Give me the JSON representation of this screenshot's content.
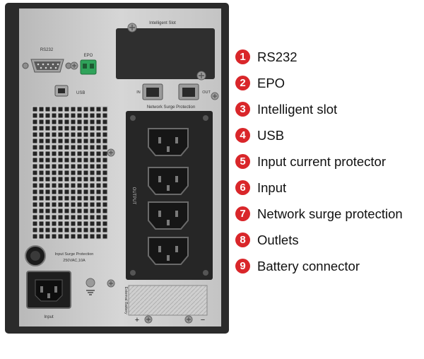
{
  "panel": {
    "intelligent_slot_label": "Intelligent Slot",
    "rs232_label": "RS232",
    "epo_label": "EPO",
    "usb_label": "USB",
    "in_label": "IN",
    "out_label": "OUT",
    "network_surge_label": "Network Surge Protection",
    "output_label": "OUTPUT",
    "input_surge_line1": "Input Surge Protection",
    "input_surge_line2": "250VAC,10A",
    "input_label": "Input",
    "external_battery_label": "External Battery",
    "battery_plus": "+",
    "battery_minus": "−"
  },
  "legend": [
    {
      "number": "1",
      "label": "RS232"
    },
    {
      "number": "2",
      "label": "EPO"
    },
    {
      "number": "3",
      "label": "Intelligent slot"
    },
    {
      "number": "4",
      "label": "USB"
    },
    {
      "number": "5",
      "label": "Input current protector"
    },
    {
      "number": "6",
      "label": "Input"
    },
    {
      "number": "7",
      "label": "Network surge protection"
    },
    {
      "number": "8",
      "label": "Outlets"
    },
    {
      "number": "9",
      "label": "Battery connector"
    }
  ],
  "colors": {
    "badge": "#d9262a",
    "chassis": "#2b2b2b",
    "panel": "#c9c9c9"
  }
}
